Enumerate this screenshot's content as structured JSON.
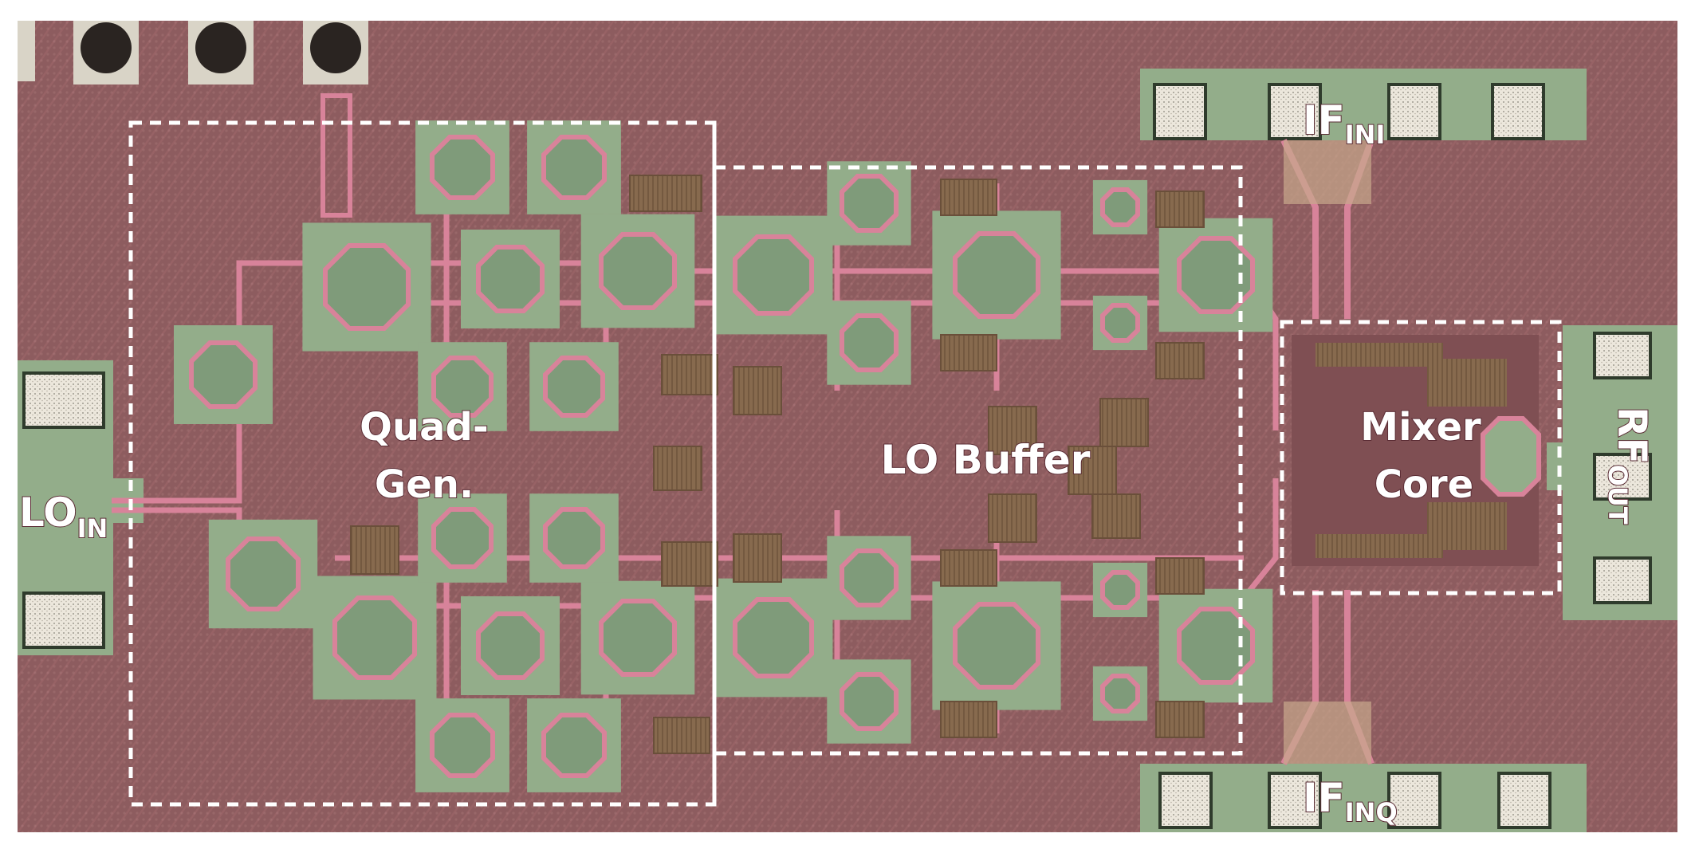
{
  "colors": {
    "die": "#8f5e60",
    "metal_green": "#93ad8a",
    "metal_green_dark": "#7f9b7a",
    "trace_pink": "#d8839a",
    "pad_inner": "#ece7dc",
    "cap_brown": "#876a4e",
    "box_dash": "#ffffff"
  },
  "labels": {
    "quad_line1": "Quad-",
    "quad_line2": "Gen.",
    "lo_buffer": "LO Buffer",
    "mixer_line1": "Mixer",
    "mixer_line2": "Core",
    "lo_in_main": "LO",
    "lo_in_sub": "IN",
    "if_ini_main": "IF",
    "if_ini_sub": "INI",
    "if_inq_main": "IF",
    "if_inq_sub": "INQ",
    "rf_out_main": "RF",
    "rf_out_sub": "OUT"
  },
  "blocks": [
    "quadrature-generator",
    "lo-buffer",
    "mixer-core"
  ]
}
